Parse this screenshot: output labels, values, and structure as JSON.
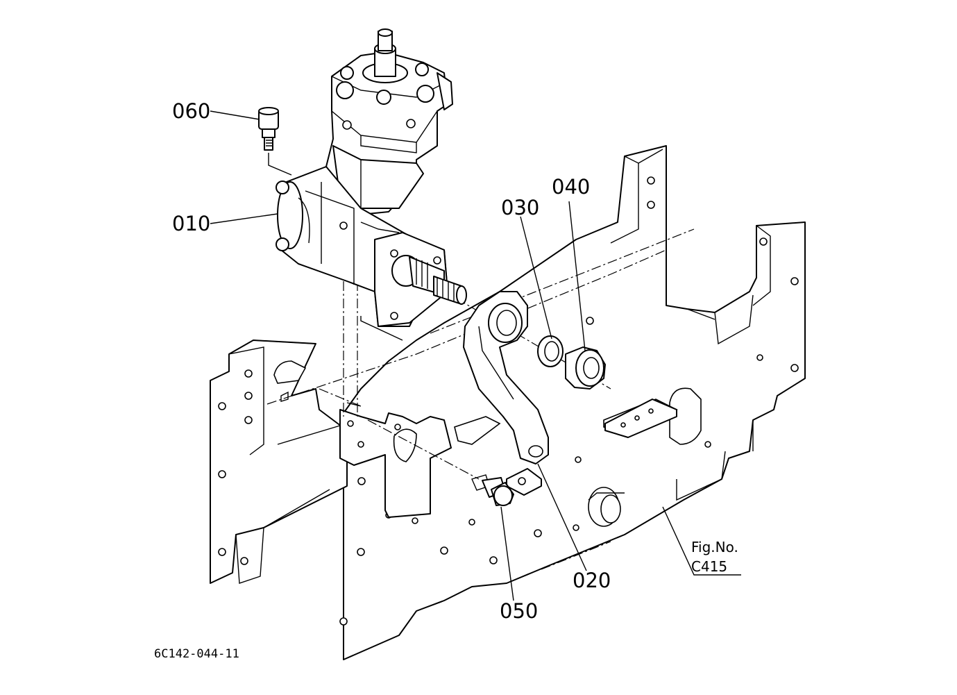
{
  "callouts": {
    "c060": "060",
    "c010": "010",
    "c030": "030",
    "c040": "040",
    "c020": "020",
    "c050": "050"
  },
  "figure_ref": {
    "line1": "Fig.No.",
    "line2": "C415"
  },
  "drawing_code": "6C142-044-11"
}
